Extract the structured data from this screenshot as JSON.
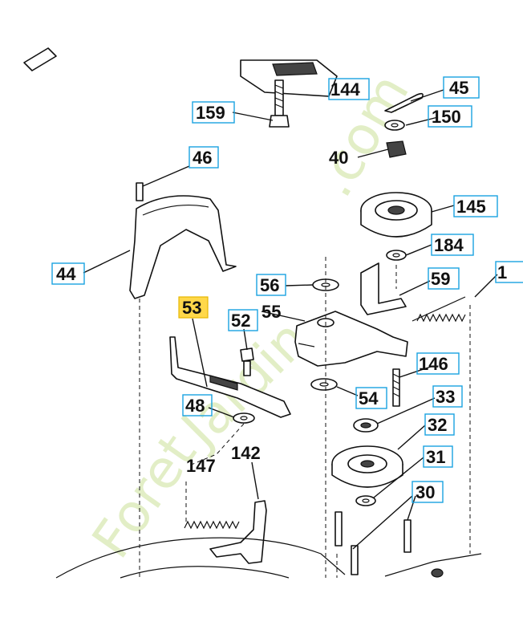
{
  "watermark": {
    "line1": "Foret",
    "line2": "Jardin",
    "line3": ".com"
  },
  "callouts": [
    {
      "id": "c45",
      "label": "45",
      "boxed": true
    },
    {
      "id": "c144",
      "label": "144",
      "boxed": true
    },
    {
      "id": "c159",
      "label": "159",
      "boxed": true
    },
    {
      "id": "c150",
      "label": "150",
      "boxed": true
    },
    {
      "id": "c40",
      "label": "40",
      "boxed": false
    },
    {
      "id": "c46",
      "label": "46",
      "boxed": true
    },
    {
      "id": "c145",
      "label": "145",
      "boxed": true
    },
    {
      "id": "c184",
      "label": "184",
      "boxed": true
    },
    {
      "id": "c44",
      "label": "44",
      "boxed": true
    },
    {
      "id": "c56",
      "label": "56",
      "boxed": true
    },
    {
      "id": "c59",
      "label": "59",
      "boxed": true
    },
    {
      "id": "c53",
      "label": "53",
      "boxed": true,
      "highlight": true
    },
    {
      "id": "c52",
      "label": "52",
      "boxed": true
    },
    {
      "id": "c55",
      "label": "55",
      "boxed": false
    },
    {
      "id": "c146",
      "label": "146",
      "boxed": true
    },
    {
      "id": "c33",
      "label": "33",
      "boxed": true
    },
    {
      "id": "c48",
      "label": "48",
      "boxed": true
    },
    {
      "id": "c54",
      "label": "54",
      "boxed": true
    },
    {
      "id": "c32",
      "label": "32",
      "boxed": true
    },
    {
      "id": "c31",
      "label": "31",
      "boxed": true
    },
    {
      "id": "c142",
      "label": "142",
      "boxed": false
    },
    {
      "id": "c147",
      "label": "147",
      "boxed": false
    },
    {
      "id": "c30",
      "label": "30",
      "boxed": true
    },
    {
      "id": "c1",
      "label": "1",
      "boxed": true
    }
  ],
  "colors": {
    "callout_box": "#1aa3e0",
    "highlight": "#ffd84a",
    "watermark": "#d9e9b4"
  }
}
